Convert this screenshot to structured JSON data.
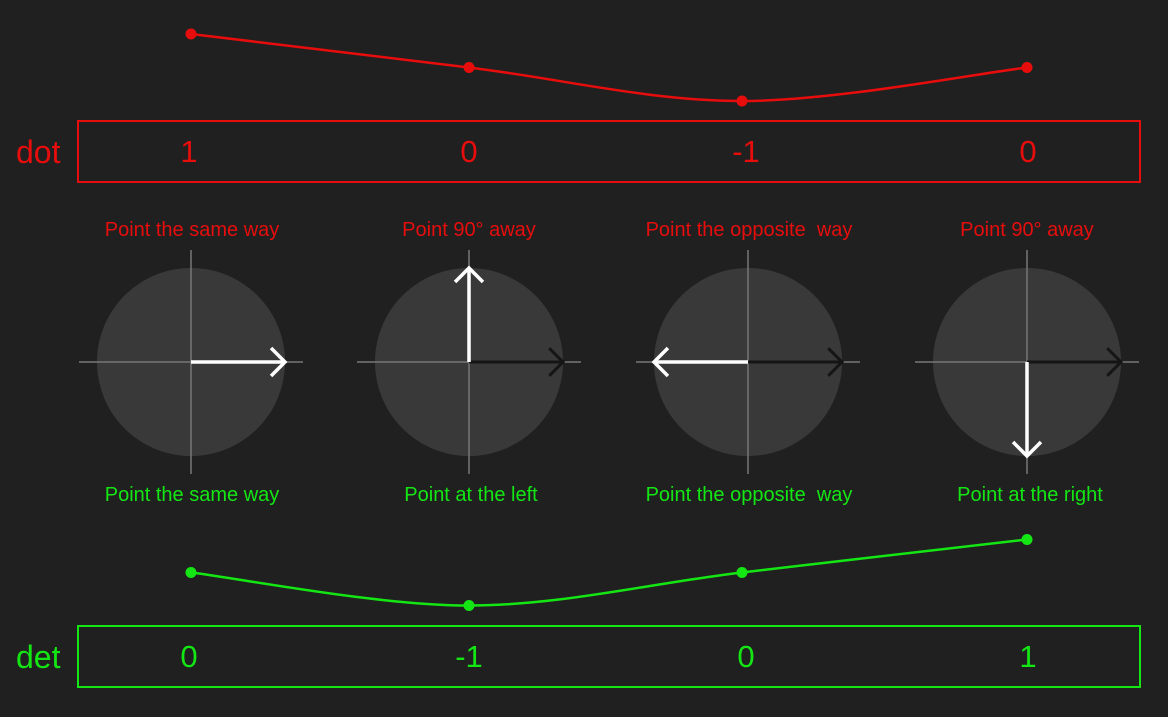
{
  "colors": {
    "background": "#202020",
    "dot": "#e70d0d",
    "det": "#14e614",
    "disc": "#393939",
    "axis": "#777777",
    "reference_arrow": "#151515",
    "vector_arrow": "#ffffff"
  },
  "dot": {
    "label": "dot",
    "values": [
      "1",
      "0",
      "-1",
      "0"
    ],
    "curve_values": [
      1,
      0,
      -1,
      0
    ],
    "captions": [
      "Point the same way",
      "Point 90° away",
      "Point the opposite  way",
      "Point 90° away"
    ]
  },
  "det": {
    "label": "det",
    "values": [
      "0",
      "-1",
      "0",
      "1"
    ],
    "curve_values": [
      0,
      -1,
      0,
      1
    ],
    "captions": [
      "Point the same way",
      "Point at the left",
      "Point the opposite  way",
      "Point at the right"
    ]
  },
  "vectors": [
    {
      "angle_deg": 0,
      "description": "pointing right"
    },
    {
      "angle_deg": 90,
      "description": "pointing up"
    },
    {
      "angle_deg": 180,
      "description": "pointing left"
    },
    {
      "angle_deg": 270,
      "description": "pointing down"
    }
  ]
}
